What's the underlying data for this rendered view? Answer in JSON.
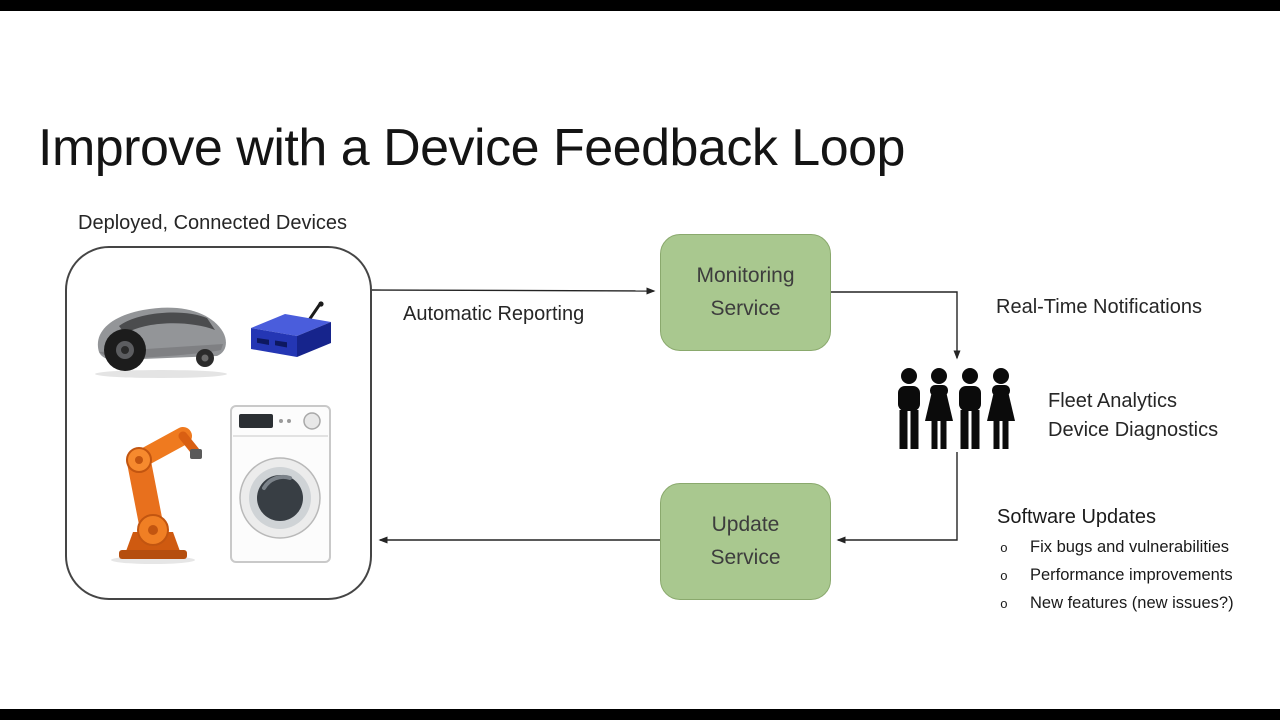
{
  "slide": {
    "title": "Improve with a Device Feedback Loop"
  },
  "devices_group": {
    "label": "Deployed, Connected Devices",
    "items": [
      "robotic-lawn-mower",
      "iot-gateway",
      "industrial-robot-arm",
      "washing-machine"
    ]
  },
  "nodes": {
    "monitoring": {
      "lines": [
        "Monitoring",
        "Service"
      ]
    },
    "update": {
      "lines": [
        "Update",
        "Service"
      ]
    }
  },
  "flow_labels": {
    "automatic_reporting": "Automatic Reporting",
    "real_time_notifications": "Real-Time Notifications",
    "fleet_analytics": "Fleet Analytics",
    "device_diagnostics": "Device Diagnostics"
  },
  "software_updates": {
    "title": "Software Updates",
    "marker": "o",
    "items": [
      "Fix bugs and vulnerabilities",
      "Performance improvements",
      "New features (new issues?)"
    ]
  },
  "colors": {
    "node_fill": "#a9c88f",
    "node_border": "#8aa96d",
    "node_text": "#3d3d3d",
    "connector": "#242424",
    "robot_orange": "#e8701d",
    "gateway_blue": "#2436b4"
  }
}
